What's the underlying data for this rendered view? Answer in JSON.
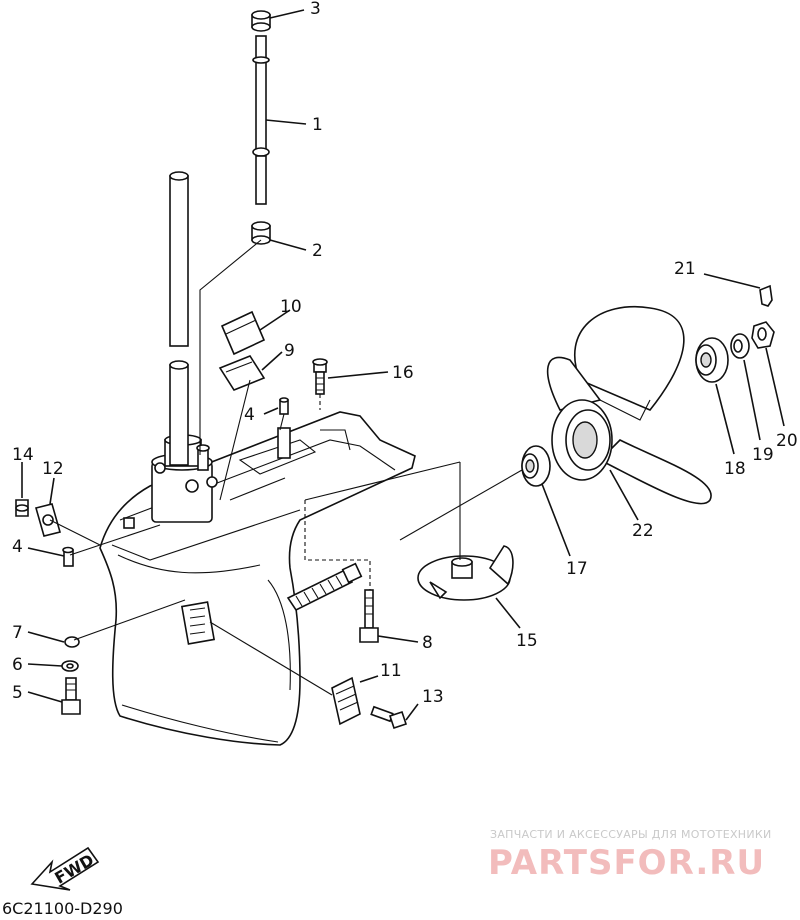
{
  "diagram": {
    "callouts": {
      "c1": "1",
      "c2": "2",
      "c3": "3",
      "c4a": "4",
      "c4b": "4",
      "c5": "5",
      "c6": "6",
      "c7": "7",
      "c8": "8",
      "c9": "9",
      "c10": "10",
      "c11": "11",
      "c12": "12",
      "c13": "13",
      "c14": "14",
      "c15": "15",
      "c16": "16",
      "c17": "17",
      "c18": "18",
      "c19": "19",
      "c20": "20",
      "c21": "21",
      "c22": "22"
    },
    "fwd_label": "FWD",
    "part_code": "6C21100-D290"
  },
  "watermark": {
    "tagline": "ЗАПЧАСТИ И АКСЕССУАРЫ ДЛЯ МОТОТЕХНИКИ",
    "brand": "PARTSFOR.RU"
  },
  "colors": {
    "line": "#111111",
    "watermark": "#f2bcbc"
  }
}
